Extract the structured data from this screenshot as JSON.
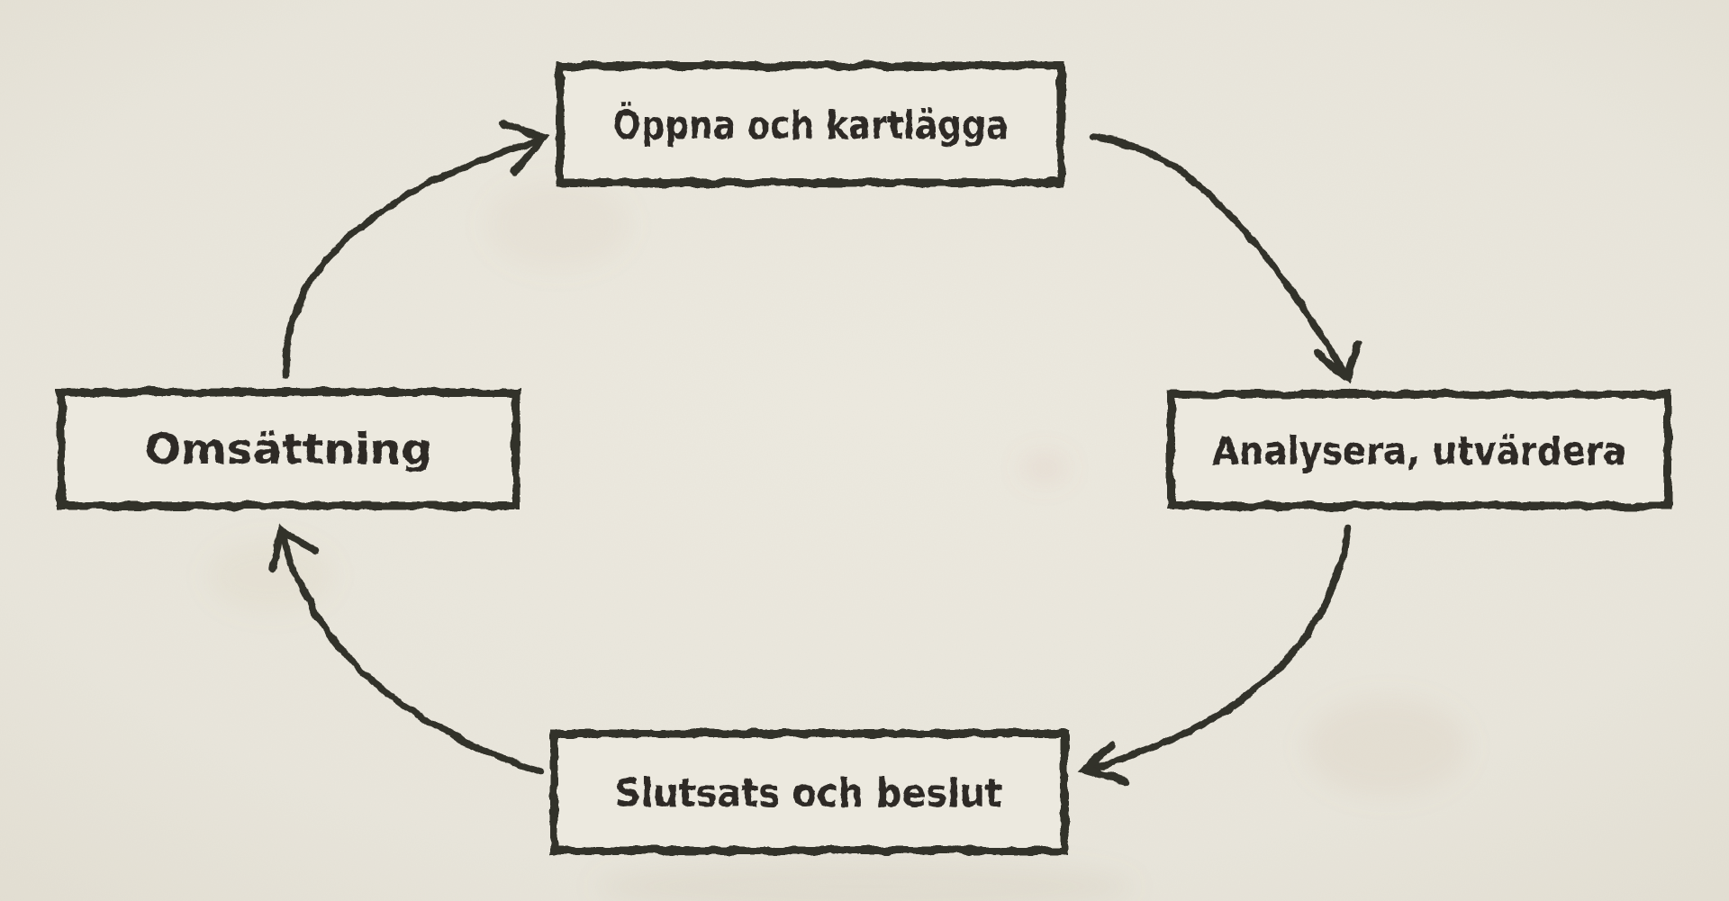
{
  "diagram": {
    "type": "cycle",
    "nodes": {
      "top": {
        "id": "oppna",
        "label": "Öppna och kartlägga"
      },
      "right": {
        "id": "analysera",
        "label": "Analysera, utvärdera"
      },
      "bottom": {
        "id": "slutsats",
        "label": "Slutsats och beslut"
      },
      "left": {
        "id": "omsattning",
        "label": "Omsättning"
      }
    },
    "arrows": [
      {
        "from": "Omsättning",
        "to": "Öppna och kartlägga",
        "direction": "up-right"
      },
      {
        "from": "Öppna och kartlägga",
        "to": "Analysera, utvärdera",
        "direction": "down-right"
      },
      {
        "from": "Analysera, utvärdera",
        "to": "Slutsats och beslut",
        "direction": "down-left"
      },
      {
        "from": "Slutsats och beslut",
        "to": "Omsättning",
        "direction": "up-left"
      }
    ],
    "colors": {
      "paper": "#e9e6dc",
      "box_fill": "#ece9df",
      "ink": "#32302a"
    },
    "style": "hand-drawn pencil on paper"
  }
}
